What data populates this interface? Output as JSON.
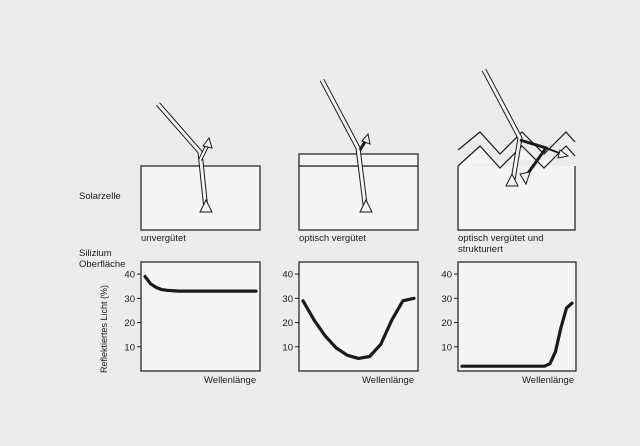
{
  "labels": {
    "row_top": "Solarzelle",
    "row_bottom": "Silizium Oberfläche",
    "ylabel": "Reflektiertes Licht (%)"
  },
  "panels": [
    {
      "caption": "unvergütet",
      "xlabel": "Wellenlänge"
    },
    {
      "caption": "optisch vergütet",
      "xlabel": "Wellenlänge"
    },
    {
      "caption": "optisch vergütet und strukturiert",
      "xlabel": "Wellenlänge"
    }
  ],
  "colors": {
    "ink": "#1a1a1a",
    "paper": "#ececea",
    "box": "#f4f4f2"
  },
  "chart_data": [
    {
      "type": "line",
      "xlabel": "Wellenlänge",
      "ylabel": "Reflektiertes Licht (%)",
      "yticks": [
        10,
        20,
        30,
        40
      ],
      "ylim": [
        0,
        45
      ],
      "x": [
        0,
        0.05,
        0.1,
        0.15,
        0.2,
        0.3,
        0.5,
        0.7,
        1.0
      ],
      "y": [
        39,
        36,
        34.5,
        33.6,
        33.3,
        33,
        33,
        33,
        33
      ]
    },
    {
      "type": "line",
      "xlabel": "Wellenlänge",
      "ylabel": "Reflektiertes Licht (%)",
      "yticks": [
        10,
        20,
        30,
        40
      ],
      "ylim": [
        0,
        45
      ],
      "x": [
        0,
        0.1,
        0.2,
        0.3,
        0.4,
        0.5,
        0.6,
        0.7,
        0.8,
        0.9,
        1.0
      ],
      "y": [
        29,
        21,
        14.5,
        9.5,
        6.5,
        5.2,
        6,
        11,
        21,
        29,
        30
      ]
    },
    {
      "type": "line",
      "xlabel": "Wellenlänge",
      "ylabel": "Reflektiertes Licht (%)",
      "yticks": [
        10,
        20,
        30,
        40
      ],
      "ylim": [
        0,
        45
      ],
      "x": [
        0,
        0.2,
        0.4,
        0.6,
        0.75,
        0.8,
        0.85,
        0.9,
        0.95,
        1.0
      ],
      "y": [
        2,
        2,
        2,
        2,
        2,
        3,
        8,
        18,
        26,
        28
      ]
    }
  ]
}
